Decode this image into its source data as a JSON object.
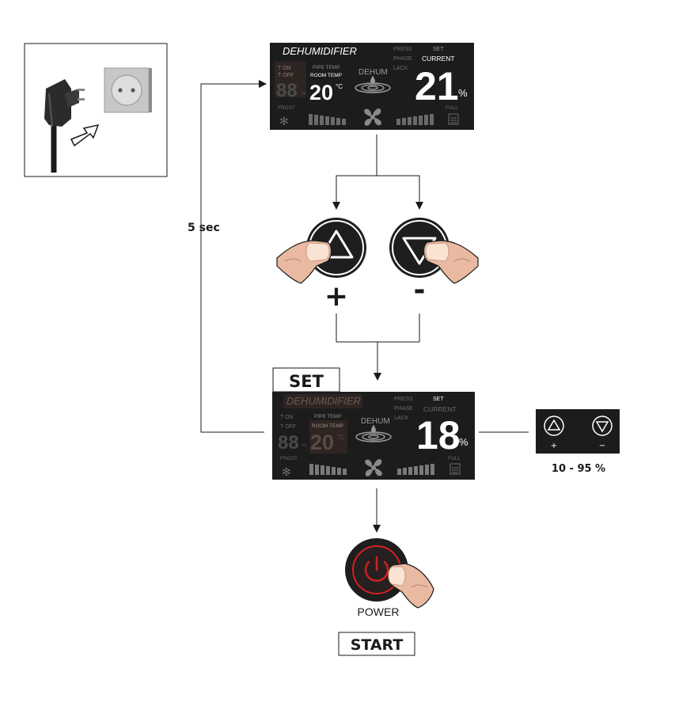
{
  "colors": {
    "lcd_bg": "#1c1c1c",
    "lcd_dim": "#4a4a4a",
    "lcd_bright": "#ffffff",
    "lcd_mid": "#9a9a9a",
    "line": "#1a1a1a",
    "power_red": "#d42020",
    "skin": "#e9b9a1",
    "nail": "#fbe3d4"
  },
  "icons": {
    "plug": "plug-icon",
    "socket": "socket-icon",
    "fan": "fan-icon",
    "drop_ripple": "water-drop-ripple-icon",
    "frost": "snowflake-icon",
    "tank": "water-tank-icon",
    "up": "up-triangle-icon",
    "down": "down-triangle-icon",
    "power": "power-icon",
    "finger": "finger-icon"
  },
  "display_top": {
    "title": "DEHUMIDIFIER",
    "t_on": "T ON",
    "t_off": "T OFF",
    "timer_digits": "88",
    "timer_unit": "H",
    "pipe_temp": "PIPE TEMP",
    "room_temp": "ROOM TEMP",
    "temp_value": "20",
    "temp_unit": "°C",
    "dehum": "DEHUM",
    "press": "PRESS",
    "phase": "PHASE",
    "lack": "LACK",
    "set": "SET",
    "current": "CURRENT",
    "humidity_value": "21",
    "percent": "%",
    "frost": "FROST",
    "full": "FULL"
  },
  "display_bottom": {
    "title": "DEHUMIDIFIER",
    "t_on": "T ON",
    "t_off": "T OFF",
    "timer_digits": "88",
    "timer_unit": "H",
    "pipe_temp": "PIPE TEMP",
    "room_temp": "ROOM TEMP",
    "temp_value": "20",
    "temp_unit": "°C",
    "dehum": "DEHUM",
    "press": "PRESS",
    "phase": "PHASE",
    "lack": "LACK",
    "set": "SET",
    "current": "CURRENT",
    "humidity_value": "18",
    "percent": "%",
    "frost": "FROST",
    "full": "FULL"
  },
  "labels": {
    "delay": "5 sec",
    "plus": "+",
    "minus": "-",
    "set_box": "SET",
    "range": "10 - 95 %",
    "panel_plus": "+",
    "panel_minus": "−",
    "power": "POWER",
    "start_box": "START"
  }
}
